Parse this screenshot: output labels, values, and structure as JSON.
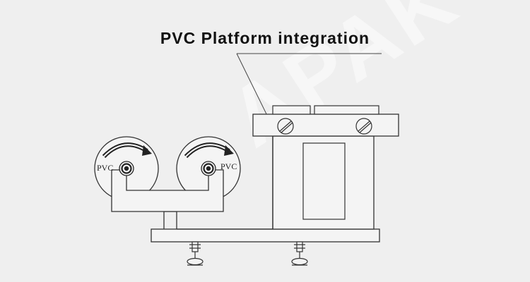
{
  "title": "PVC Platform integration",
  "rollers": {
    "left_label": "PVC",
    "right_label": "PVC"
  },
  "watermark": "APAK",
  "colors": {
    "background": "#efefef",
    "line": "#333333",
    "fill": "#f4f4f4",
    "title": "#111111"
  }
}
